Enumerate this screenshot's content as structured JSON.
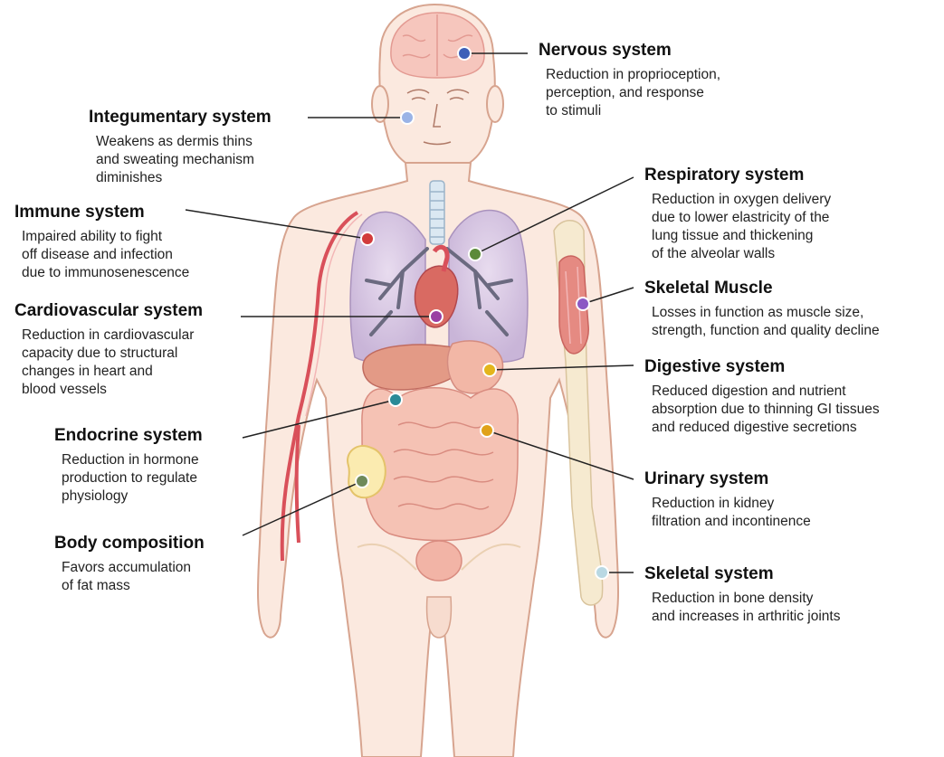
{
  "systems": [
    {
      "id": "nervous",
      "title": "Nervous system",
      "description": "Reduction in proprioception,\nperception, and response\nto stimuli",
      "color": "#3d5fb8"
    },
    {
      "id": "integumentary",
      "title": "Integumentary system",
      "description": "Weakens as dermis thins\nand sweating mechanism\ndiminishes",
      "color": "#9ab3e6"
    },
    {
      "id": "immune",
      "title": "Immune system",
      "description": "Impaired ability to fight\noff disease and infection\ndue to immunosenescence",
      "color": "#d23b3b"
    },
    {
      "id": "cardiovascular",
      "title": "Cardiovascular system",
      "description": "Reduction in cardiovascular\ncapacity due to structural\nchanges in heart and\nblood vessels",
      "color": "#9a3fa3"
    },
    {
      "id": "endocrine",
      "title": "Endocrine system",
      "description": "Reduction in hormone\nproduction to regulate\nphysiology",
      "color": "#2a8a97"
    },
    {
      "id": "body-composition",
      "title": "Body composition",
      "description": "Favors accumulation\nof fat mass",
      "color": "#6f8a5a"
    },
    {
      "id": "respiratory",
      "title": "Respiratory system",
      "description": "Reduction in oxygen delivery\ndue to lower elastricity of the\nlung tissue and thickening\nof the alveolar walls",
      "color": "#5c8a3a"
    },
    {
      "id": "skeletal-muscle",
      "title": "Skeletal Muscle",
      "description": "Losses in function as muscle size,\nstrength, function and quality decline",
      "color": "#8b59c4"
    },
    {
      "id": "digestive",
      "title": "Digestive system",
      "description": "Reduced digestion and nutrient\nabsorption due to thinning GI tissues\nand reduced digestive secretions",
      "color": "#e3b51c"
    },
    {
      "id": "urinary",
      "title": "Urinary system",
      "description": "Reduction in kidney\nfiltration and incontinence",
      "color": "#e0a21a"
    },
    {
      "id": "skeletal",
      "title": "Skeletal system",
      "description": "Reduction in bone density\nand increases in arthritic joints",
      "color": "#b9d8e3"
    }
  ]
}
